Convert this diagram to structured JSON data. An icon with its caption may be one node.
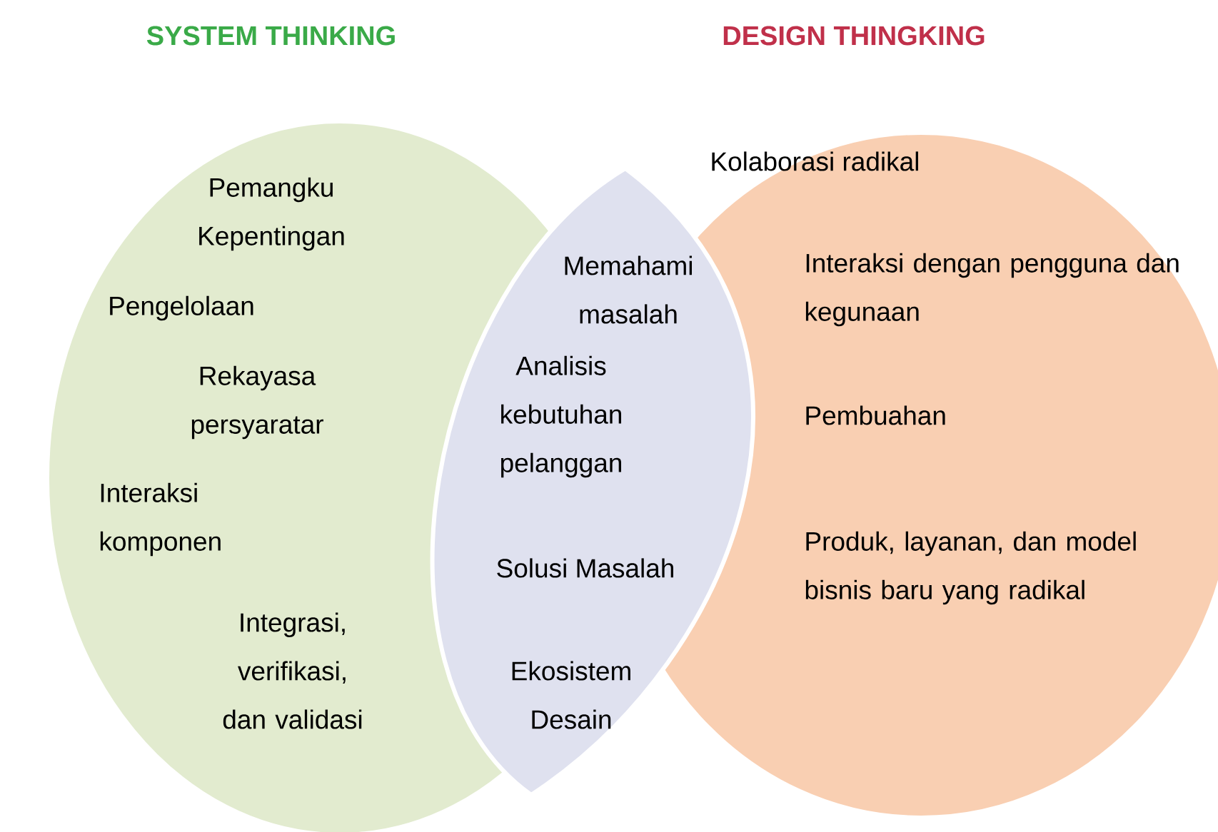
{
  "diagram": {
    "nodes": [
      {
        "text": [
          "SYSTEM THINKING",
          "Pemangku Kepentingan",
          "Pengelolaan",
          "Rekayasa persyaratar",
          "Interaksi komponen",
          "Integrasi, verifikasi, dan validasi"
        ]
      },
      {
        "text": [
          "DESIGN THINGKING",
          "Kolaborasi radikal",
          "Interaksi dengan pengguna dan kegunaan",
          "Pembuahan",
          "Produk, layanan, dan model bisnis baru yang radikal"
        ]
      },
      {
        "text": [
          "Memahami masalah",
          "Analisis kebutuhan pelanggan",
          "Solusi Masalah",
          "Ekosistem Desain"
        ]
      }
    ]
  }
}
